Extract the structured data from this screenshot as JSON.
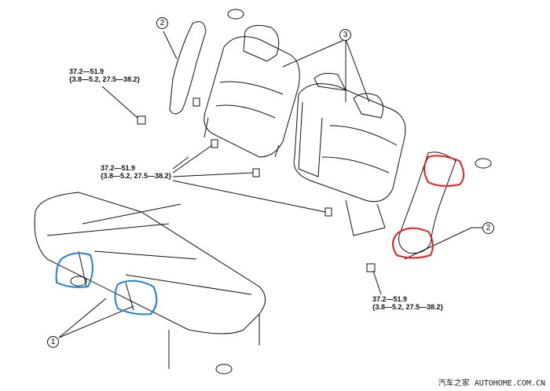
{
  "callouts": {
    "c1": "1",
    "c2a": "2",
    "c2b": "2",
    "c3": "3"
  },
  "torque_specs": [
    {
      "main": "37.2—51.9",
      "sub": "{3.8—5.2, 27.5—38.2}"
    },
    {
      "main": "37.2—51.9",
      "sub": "{3.8—5.2, 27.5—38.2}"
    },
    {
      "main": "37.2—51.9",
      "sub": "{3.8—5.2, 27.5—38.2}"
    }
  ],
  "watermark": "汽车之家 AUTOHOME.COM.CN",
  "colors": {
    "line": "#111111",
    "red_mark": "#e0201c",
    "blue_mark": "#1e7fd6"
  }
}
